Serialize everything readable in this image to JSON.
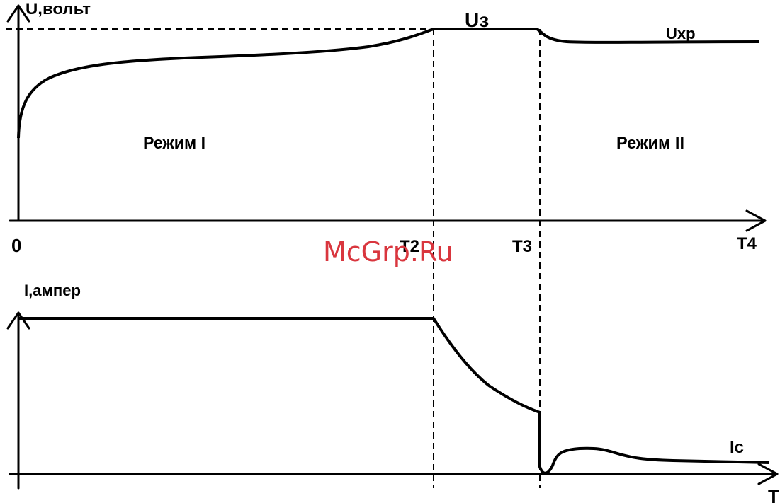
{
  "diagram": {
    "voltage_axis_label": "U,вольт",
    "current_axis_label": "I,ампер",
    "time_axis_label": "T",
    "origin_label": "0",
    "t2_label": "T2",
    "t3_label": "T3",
    "t4_label": "T4",
    "u_charge_label": "Uз",
    "u_storage_label": "Uхр",
    "i_c_label": "Ic",
    "mode_1_label": "Режим I",
    "mode_2_label": "Режим II"
  },
  "watermark": "McGrp.Ru"
}
